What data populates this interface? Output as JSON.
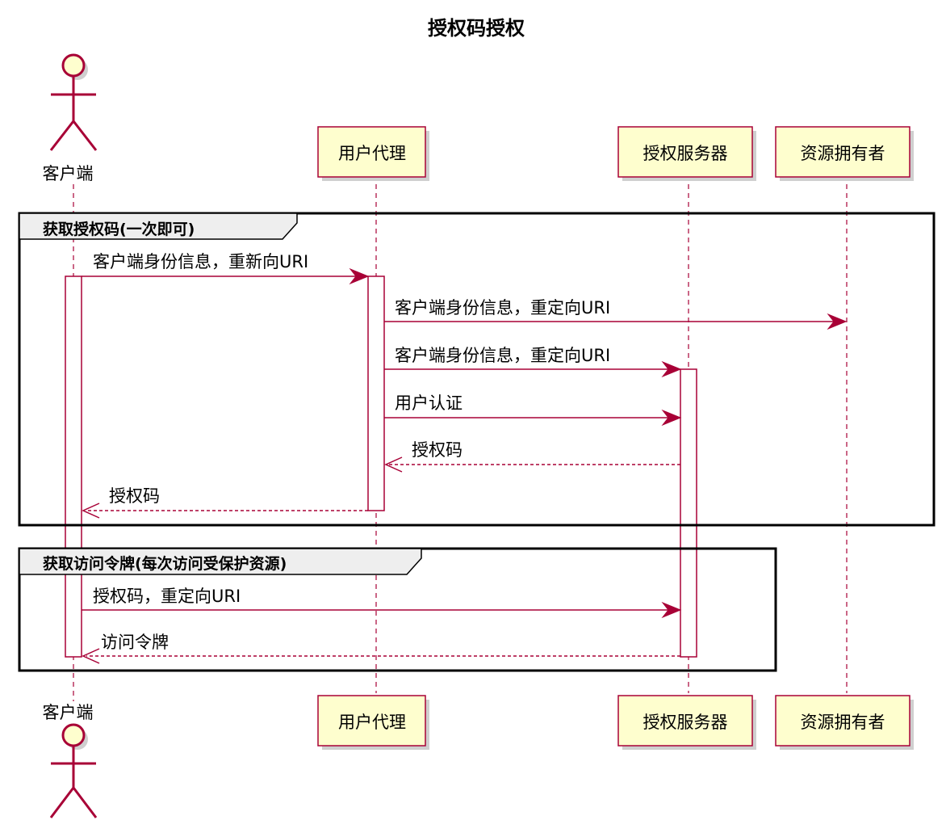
{
  "title": "授权码授权",
  "participants": {
    "client": "客户端",
    "agent": "用户代理",
    "auth_server": "授权服务器",
    "owner": "资源拥有者"
  },
  "groups": [
    {
      "label": "获取授权码(一次即可)",
      "messages": [
        {
          "from": "client",
          "to": "agent",
          "style": "solid",
          "label": "客户端身份信息，重新向URI"
        },
        {
          "from": "agent",
          "to": "owner",
          "style": "solid",
          "label": "客户端身份信息，重定向URI"
        },
        {
          "from": "agent",
          "to": "auth_server",
          "style": "solid",
          "label": "客户端身份信息，重定向URI"
        },
        {
          "from": "agent",
          "to": "auth_server",
          "style": "solid",
          "label": "用户认证"
        },
        {
          "from": "auth_server",
          "to": "agent",
          "style": "dashed",
          "label": "授权码"
        },
        {
          "from": "agent",
          "to": "client",
          "style": "dashed",
          "label": "授权码"
        }
      ]
    },
    {
      "label": "获取访问令牌(每次访问受保护资源)",
      "messages": [
        {
          "from": "client",
          "to": "auth_server",
          "style": "solid",
          "label": "授权码，重定向URI"
        },
        {
          "from": "auth_server",
          "to": "client",
          "style": "dashed",
          "label": "访问令牌"
        }
      ]
    }
  ],
  "colors": {
    "line": "#A80036",
    "box_fill": "#FEFECE",
    "group_tab": "#EEEEEE"
  }
}
